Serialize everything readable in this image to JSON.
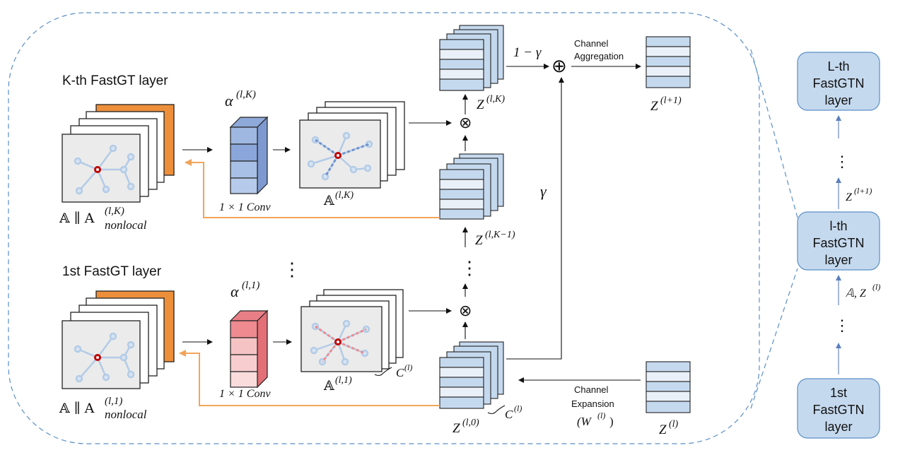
{
  "colors": {
    "accent_blue": "#c5d9ee",
    "node_blue": "#b3cbe6",
    "accent_red": "#ee8a90",
    "orange": "#ed8f3a",
    "orange_arrow": "#f2a45a",
    "dashed_border": "#5b8fc6",
    "box_fill": "#c5d9ee"
  },
  "kth": {
    "title": "K-th FastGT layer",
    "alpha_base": "α",
    "alpha_sup": "(l,K)",
    "conv_label": "1 × 1  Conv",
    "input_label_a": "𝔸 ∥ A",
    "input_sup": "(l,K)",
    "input_sub": "nonlocal",
    "graph_label": "𝔸",
    "graph_sup": "(l,K)"
  },
  "first": {
    "title": "1st FastGT layer",
    "alpha_base": "α",
    "alpha_sup": "(l,1)",
    "conv_label": "1 × 1  Conv",
    "input_label_a": "𝔸 ∥ A",
    "input_sup": "(l,1)",
    "input_sub": "nonlocal",
    "graph_label": "𝔸",
    "graph_sup": "(l,1)",
    "graph_brace_base": "C",
    "graph_brace_sup": "(l)"
  },
  "middle_dots": "⋮",
  "otimes": "⊗",
  "oplus": "⊕",
  "stacks": {
    "z_lK": {
      "base": "Z",
      "sup": "(l,K)"
    },
    "z_lK1": {
      "base": "Z",
      "sup": "(l,K−1)"
    },
    "z_l0": {
      "base": "Z",
      "sup": "(l,0)",
      "brace_base": "C",
      "brace_sup": "(l)"
    },
    "z_next": {
      "base": "Z",
      "sup": "(l+1)"
    },
    "z_l": {
      "base": "Z",
      "sup": "(l)"
    }
  },
  "one_minus_gamma": "1 − γ",
  "gamma": "γ",
  "channel_aggregation": [
    "Channel",
    "Aggregation"
  ],
  "channel_expansion": [
    "Channel",
    "Expansion"
  ],
  "w_label": {
    "base": "(W",
    "sup": "(l)",
    "close": ")"
  },
  "right_panel": {
    "boxes": [
      {
        "lines": [
          "L-th",
          "FastGTN",
          "layer"
        ]
      },
      {
        "lines": [
          "l-th",
          "FastGTN",
          "layer"
        ]
      },
      {
        "lines": [
          "1st",
          "FastGTN",
          "layer"
        ]
      }
    ],
    "dots": "⋮",
    "top_arrow_label": {
      "base": "Z",
      "sup": "(l+1)"
    },
    "bottom_arrow_label": {
      "base": "𝔸, Z",
      "sup": "(l)"
    }
  }
}
